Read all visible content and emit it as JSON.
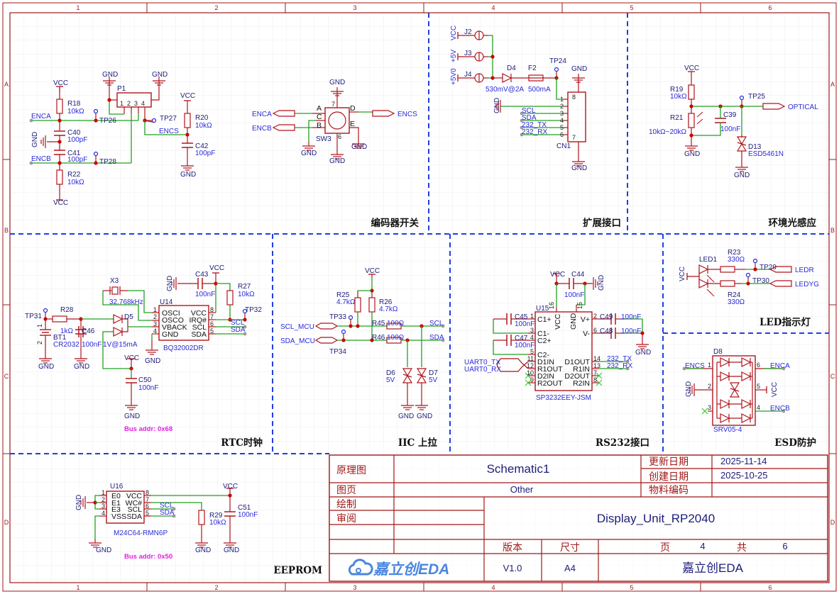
{
  "frame": {
    "cols": [
      "1",
      "2",
      "3",
      "4",
      "5",
      "6"
    ],
    "rows": [
      "A",
      "B",
      "C",
      "D"
    ]
  },
  "sections": {
    "encoder": "编码器开关",
    "expansion": "扩展接口",
    "light": "环境光感应",
    "rtc": "RTC时钟",
    "iic": "IIC 上拉",
    "rs232": "RS232接口",
    "led": "LED指示灯",
    "esd": "ESD防护",
    "eeprom": "EEPROM"
  },
  "enc_filter": {
    "vcc_top": "VCC",
    "r18": "R18",
    "r18_val": "10kΩ",
    "enca": "ENCA",
    "tp26": "TP26",
    "c40": "C40",
    "c40_val": "100pF",
    "gnd": "GND",
    "c41": "C41",
    "c41_val": "100pF",
    "encb": "ENCB",
    "tp28": "TP28",
    "r22": "R22",
    "r22_val": "10kΩ",
    "vcc_bottom": "VCC",
    "p1": "P1",
    "p1_gnd1": "GND",
    "p1_gnd2": "GND",
    "p1_pins": [
      "1",
      "2",
      "3",
      "4"
    ],
    "tp27": "TP27",
    "encs": "ENCS",
    "vcc_r20": "VCC",
    "r20": "R20",
    "r20_val": "10kΩ",
    "c42": "C42",
    "c42_val": "100pF",
    "gnd_c42": "GND"
  },
  "encoder": {
    "gnd_top": "GND",
    "pin_a": "A",
    "pin_c": "C",
    "pin_b": "B",
    "pin_d": "D",
    "pin_e": "E",
    "pin7": "7",
    "pin6": "6",
    "sw3": "SW3",
    "gnd_bottom": "GND",
    "gnd_c": "GND",
    "gnd_e": "GND",
    "enca": "ENCA",
    "encb": "ENCB",
    "encs": "ENCS"
  },
  "expansion": {
    "vcc": "VCC",
    "v5": "+5V",
    "v50": "+5V0",
    "j2": "J2",
    "j3": "J3",
    "j4": "J4",
    "d4": "D4",
    "f2": "F2",
    "d4_val": "530mV@2A",
    "f2_val": "500mA",
    "tp24": "TP24",
    "gnd_top": "GND",
    "gnd_left": "GND",
    "gnd_bottom": "GND",
    "scl": "SCL",
    "sda": "SDA",
    "tx": "232_TX",
    "rx": "232_RX",
    "cn1": "CN1",
    "cn1_pins": [
      "1",
      "2",
      "3",
      "4",
      "5",
      "6",
      "7",
      "8"
    ]
  },
  "light": {
    "vcc": "VCC",
    "r19": "R19",
    "r19_val": "10kΩ",
    "r21": "R21",
    "r21_val": "10kΩ~20kΩ",
    "gnd1": "GND",
    "tp25": "TP25",
    "c39": "C39",
    "c39_val": "100nF",
    "optical": "OPTICAL",
    "d13": "D13",
    "d13_val": "ESD5461N",
    "gnd2": "GND"
  },
  "rtc": {
    "x3": "X3",
    "x3_val": "32.768kHz",
    "u14": "U14",
    "c43": "C43",
    "c43_val": "100nF",
    "vcc": "VCC",
    "gnd_c43": "GND",
    "r27": "R27",
    "r27_val": "10kΩ",
    "tp32": "TP32",
    "tp31": "TP31",
    "r28": "R28",
    "r28_val": "1kΩ",
    "d5": "D5",
    "d5_val": "1V@15mA",
    "c46": "C46",
    "c46_val": "100nF",
    "bt1": "BT1",
    "bt1_val": "CR2032",
    "bt1_pin1": "1",
    "bt1_pin2": "2",
    "u14_part": "BQ32002DR",
    "gnd_bt": "GND",
    "gnd_c46": "GND",
    "gnd_u14": "GND",
    "vcc_c50": "VCC",
    "c50": "C50",
    "c50_val": "100nF",
    "gnd_c50": "GND",
    "left_pins": [
      {
        "num": "1",
        "name": "OSCI"
      },
      {
        "num": "2",
        "name": "OSCO"
      },
      {
        "num": "3",
        "name": "VBACK"
      },
      {
        "num": "4",
        "name": "GND"
      }
    ],
    "right_pins": [
      {
        "num": "8",
        "name": "VCC"
      },
      {
        "num": "7",
        "name": "IRQ#"
      },
      {
        "num": "6",
        "name": "SCL"
      },
      {
        "num": "5",
        "name": "SDA"
      }
    ],
    "scl": "SCL",
    "sda": "SDA",
    "bus_addr": "Bus addr: 0x68"
  },
  "iic": {
    "vcc": "VCC",
    "r25": "R25",
    "r25_val": "4.7kΩ",
    "r26": "R26",
    "r26_val": "4.7kΩ",
    "tp33": "TP33",
    "tp34": "TP34",
    "scl_mcu": "SCL_MCU",
    "sda_mcu": "SDA_MCU",
    "r45": "R45",
    "r45_val": "100Ω",
    "r46": "R46",
    "r46_val": "100Ω",
    "scl": "SCL",
    "sda": "SDA",
    "d6": "D6",
    "d6_val": "5V",
    "d7": "D7",
    "d7_val": "5V",
    "gnd1": "GND",
    "gnd2": "GND"
  },
  "rs232": {
    "vcc": "VCC",
    "c44": "C44",
    "c44_val": "100nF",
    "gnd_c44": "GND",
    "u15": "U15",
    "c45": "C45",
    "c45_val": "100nF",
    "c47": "C47",
    "c47_val": "100nF",
    "c49": "C49",
    "c49_val": "100nF",
    "c48": "C48",
    "c48_val": "100nF",
    "gnd": "GND",
    "pin16": "16",
    "pin15": "15",
    "vcc_pin": "VCC",
    "gnd_pin": "GND",
    "left_pins": [
      {
        "num": "1",
        "name": "C1+"
      },
      {
        "num": "3",
        "name": "C1-"
      },
      {
        "num": "4",
        "name": "C2+"
      },
      {
        "num": "5",
        "name": "C2-"
      },
      {
        "num": "11",
        "name": "D1IN"
      },
      {
        "num": "12",
        "name": "R1OUT"
      },
      {
        "num": "10",
        "name": "D2IN"
      },
      {
        "num": "9",
        "name": "R2OUT"
      }
    ],
    "right_pins": [
      {
        "num": "2",
        "name": "V+"
      },
      {
        "num": "6",
        "name": "V-"
      },
      {
        "num": "14",
        "name": "D1OUT"
      },
      {
        "num": "13",
        "name": "R1IN"
      },
      {
        "num": "7",
        "name": "D2OUT"
      },
      {
        "num": "8",
        "name": "R2IN"
      }
    ],
    "uart_tx": "UART0_TX",
    "uart_rx": "UART0_RX",
    "tx": "232_TX",
    "rx": "232_RX",
    "part": "SP3232EEY-JSM"
  },
  "led": {
    "led1": "LED1",
    "vcc": "VCC",
    "r23": "R23",
    "r23_val": "330Ω",
    "r24": "R24",
    "r24_val": "330Ω",
    "tp29": "TP29",
    "tp30": "TP30",
    "ledr": "LEDR",
    "ledyg": "LEDYG"
  },
  "esd": {
    "d8": "D8",
    "encs": "ENCS",
    "enca": "ENCA",
    "encb": "ENCB",
    "gnd": "GND",
    "vcc": "VCC",
    "part": "SRV05-4",
    "pins": [
      "1",
      "2",
      "3",
      "4",
      "5",
      "6"
    ]
  },
  "eeprom": {
    "u16": "U16",
    "gnd_left": "GND",
    "vcc": "VCC",
    "left_pins": [
      {
        "num": "1",
        "name": "E0"
      },
      {
        "num": "2",
        "name": "E1"
      },
      {
        "num": "3",
        "name": "E3"
      },
      {
        "num": "4",
        "name": "VSS"
      }
    ],
    "right_pins": [
      {
        "num": "8",
        "name": "VCC"
      },
      {
        "num": "7",
        "name": "WC#"
      },
      {
        "num": "6",
        "name": "SCL"
      },
      {
        "num": "5",
        "name": "SDA"
      }
    ],
    "scl": "SCL",
    "sda": "SDA",
    "r29": "R29",
    "r29_val": "10kΩ",
    "c51": "C51",
    "c51_val": "100nF",
    "part": "M24C64-RMN6P",
    "gnd1": "GND",
    "gnd2": "GND",
    "gnd3": "GND",
    "bus_addr": "Bus addr: 0x50"
  },
  "title_block": {
    "schematic_label": "原理图",
    "schematic_value": "Schematic1",
    "page_label": "图页",
    "page_value": "Other",
    "updated_label": "更新日期",
    "updated_value": "2025-11-14",
    "created_label": "创建日期",
    "created_value": "2025-10-25",
    "material_label": "物料编码",
    "material_value": "",
    "drawn_label": "绘制",
    "review_label": "审阅",
    "project": "Display_Unit_RP2040",
    "version_label": "版本",
    "version_value": "V1.0",
    "size_label": "尺寸",
    "size_value": "A4",
    "sheet_label": "页",
    "sheet_value": "4",
    "total_label": "共",
    "total_value": "6",
    "logo_text": "嘉立创EDA",
    "company": "嘉立创EDA"
  },
  "colors": {
    "part": "#b0141c",
    "wire": "#22a022",
    "text": "#2a2ad8",
    "section_line": "#1f3fe0",
    "junction": "#cc0000"
  }
}
